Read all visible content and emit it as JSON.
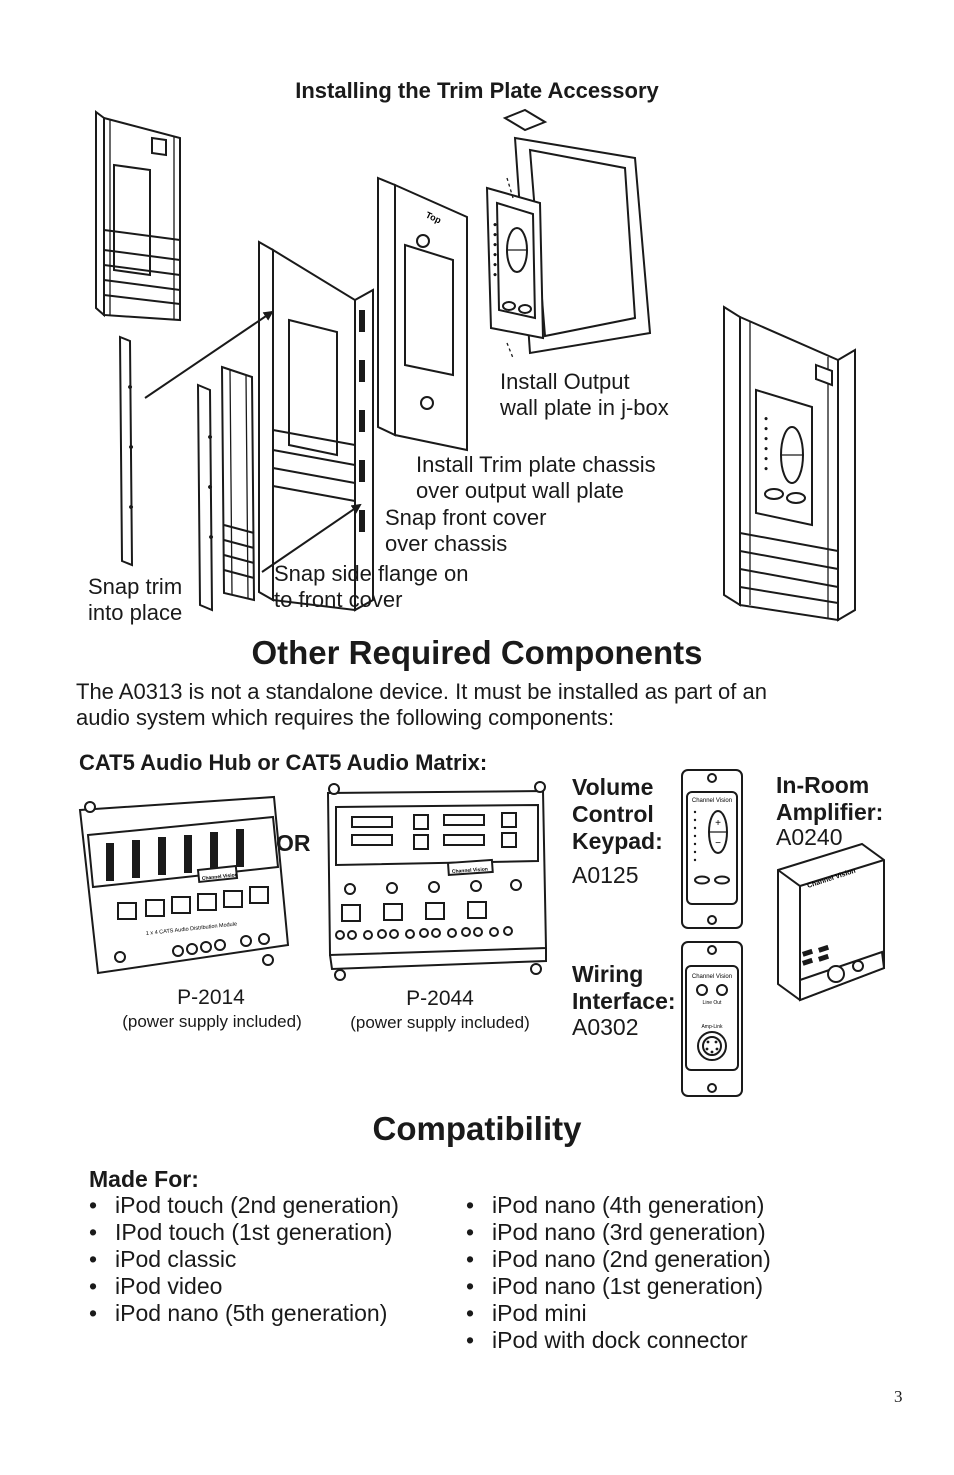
{
  "install": {
    "title": "Installing the Trim Plate Accessory",
    "steps": {
      "output": [
        "Install Output",
        "wall plate in j-box"
      ],
      "chassis": [
        "Install Trim plate chassis",
        "over output wall plate"
      ],
      "front": [
        "Snap front cover",
        "over chassis"
      ],
      "flange": [
        "Snap side flange on",
        "to front cover"
      ],
      "trim": [
        "Snap trim",
        "into place"
      ]
    },
    "plate_text": {
      "top": "Top"
    }
  },
  "components": {
    "title": "Other Required Components",
    "intro": [
      "The A0313 is not a standalone device.  It must be installed as part of an",
      "audio system which requires the following components:"
    ],
    "hub_heading": "CAT5 Audio Hub or CAT5 Audio Matrix:",
    "or": "OR",
    "hub1": {
      "model": "P-2014",
      "note": "(power supply included)",
      "device_text": "1 x 4  CATS Audio Distribution Module",
      "logo": "Channel Vision"
    },
    "hub2": {
      "model": "P-2044",
      "note": "(power supply included)",
      "logo": "Channel Vision"
    },
    "keypad": {
      "lines": [
        "Volume",
        "Control",
        "Keypad:"
      ],
      "model": "A0125",
      "logo": "Channel Vision"
    },
    "wiring": {
      "lines": [
        "Wiring",
        "Interface:"
      ],
      "model": "A0302",
      "logo": "Channel Vision",
      "jack1": "Line Out",
      "jack2": "Amp-Link"
    },
    "amp": {
      "lines": [
        "In-Room",
        "Amplifier:"
      ],
      "model": "A0240",
      "logo": "Channel Vision"
    }
  },
  "compat": {
    "title": "Compatibility",
    "made_for": "Made For:",
    "left": [
      "iPod touch (2nd generation)",
      "IPod touch (1st generation)",
      "iPod classic",
      "iPod video",
      "iPod nano (5th generation)"
    ],
    "right": [
      "iPod nano (4th generation)",
      "iPod nano (3rd generation)",
      "iPod nano (2nd generation)",
      "iPod nano (1st generation)",
      "iPod mini",
      "iPod with dock connector"
    ]
  },
  "page_number": "3"
}
